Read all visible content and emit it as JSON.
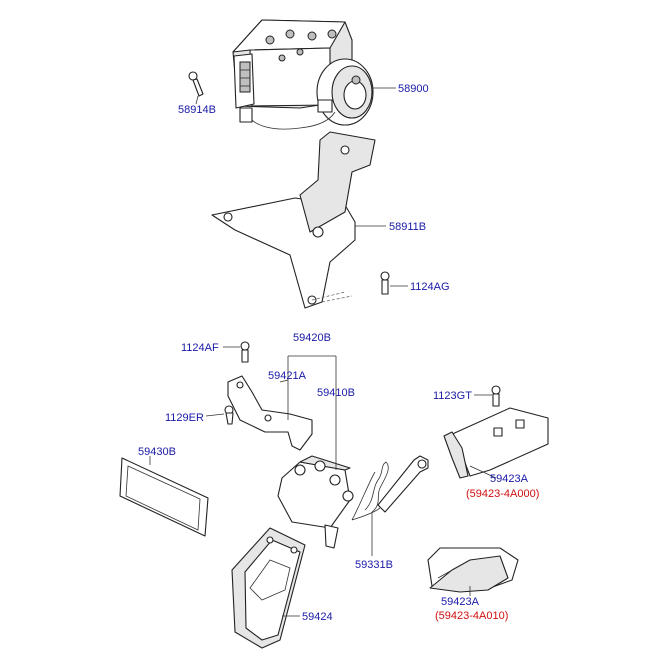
{
  "parts": {
    "p58900": "58900",
    "p58914B": "58914B",
    "p58911B": "58911B",
    "p1124AG": "1124AG",
    "p1124AF": "1124AF",
    "p59420B": "59420B",
    "p59421A": "59421A",
    "p59410B": "59410B",
    "p1129ER": "1129ER",
    "p1123GT": "1123GT",
    "p59430B": "59430B",
    "p59423A_1": "59423A",
    "p59423A_1_alt": "(59423-4A000)",
    "p59331B": "59331B",
    "p59423A_2": "59423A",
    "p59423A_2_alt": "(59423-4A010)",
    "p59424": "59424"
  },
  "colors": {
    "label": "#1a1aa8",
    "alt_label": "#d01010"
  }
}
